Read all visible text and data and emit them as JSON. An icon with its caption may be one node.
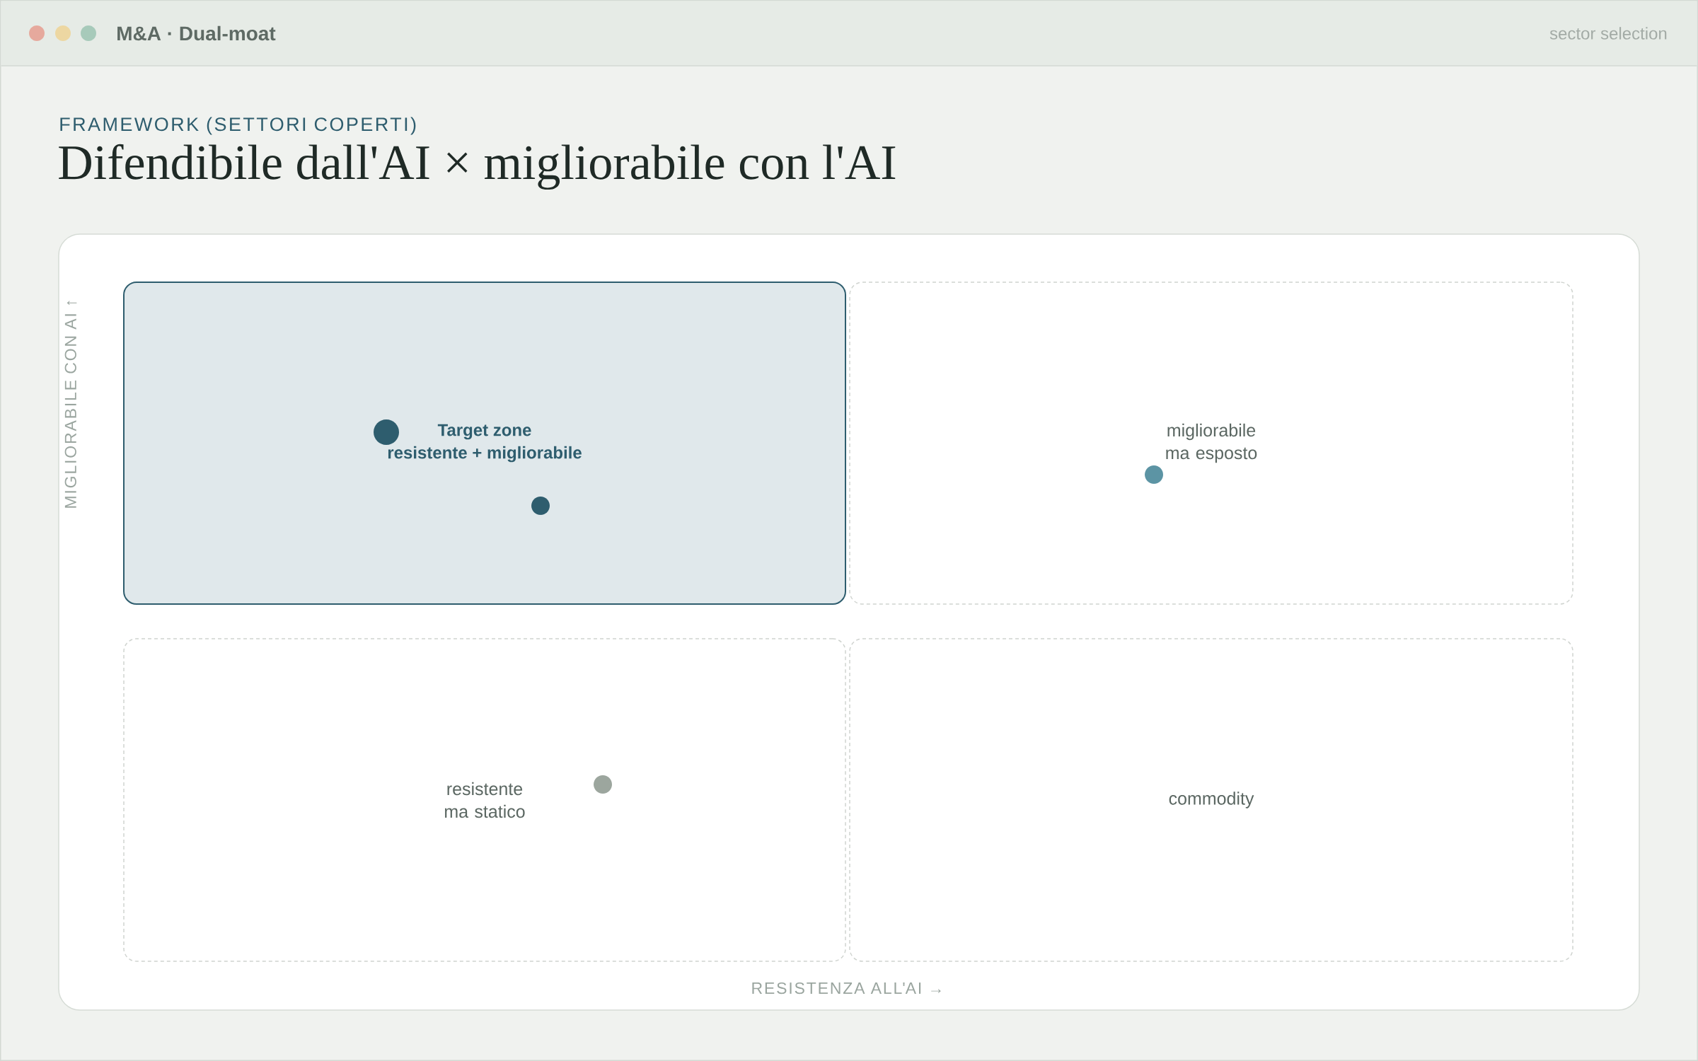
{
  "diagram": {
    "title": "Difendibile dall'AI × migliorabile con l'AI",
    "nodes": [
      {
        "text": [
          "Target zone",
          "resistente + migliorabile"
        ]
      },
      {
        "text": [],
        "shape": "circle",
        "in": 0
      },
      {
        "text": [],
        "shape": "circle",
        "in": 0
      },
      {
        "text": [
          "migliorabile ma esposto"
        ]
      },
      {
        "text": [],
        "shape": "circle",
        "in": 3
      },
      {
        "text": [
          "resistente ma statico"
        ]
      },
      {
        "text": [],
        "shape": "circle",
        "in": 5
      },
      {
        "text": [
          "commodity"
        ]
      }
    ],
    "labels": [
      "M&A · Dual-moat",
      "sector selection",
      "FRAMEWORK (SETTORI COPERTI)",
      "MIGLIORABILE CON AI ↑",
      "RESISTENZA ALL'AI →"
    ]
  }
}
